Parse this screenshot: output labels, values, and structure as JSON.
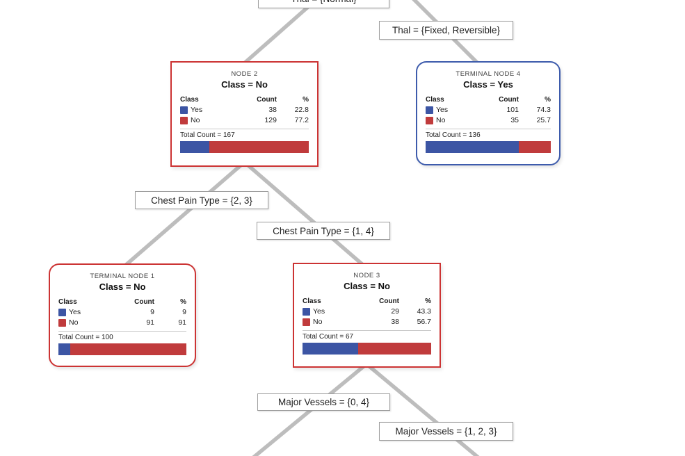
{
  "canvas": {
    "background": "#ffffff"
  },
  "palette": {
    "yes_blue": "#3C55A4",
    "no_red": "#C03B3C",
    "node_border_red": "#CC3333",
    "node_border_blue": "#3D5BAC",
    "connector_gray": "#BDBDBD",
    "label_border_gray": "#9E9E9E"
  },
  "table_headers": {
    "class": "Class",
    "count": "Count",
    "pct": "%"
  },
  "edge_labels": [
    {
      "id": "thal-normal",
      "text": "Thal = {Normal}"
    },
    {
      "id": "thal-fixed-reversible",
      "text": "Thal = {Fixed, Reversible}"
    },
    {
      "id": "chest-pain-2-3",
      "text": "Chest Pain Type = {2, 3}"
    },
    {
      "id": "chest-pain-1-4",
      "text": "Chest Pain Type = {1, 4}"
    },
    {
      "id": "major-vessels-0-4",
      "text": "Major Vessels = {0, 4}"
    },
    {
      "id": "major-vessels-1-2-3",
      "text": "Major Vessels = {1, 2, 3}"
    }
  ],
  "nodes": [
    {
      "title": "NODE 2",
      "class_label": "Class = No",
      "terminal": false,
      "rows": [
        {
          "label": "Yes",
          "count": "38",
          "pct": "22.8"
        },
        {
          "label": "No",
          "count": "129",
          "pct": "77.2"
        }
      ],
      "total": "Total Count = 167",
      "yes_pct": 22.8
    },
    {
      "title": "TERMINAL NODE 4",
      "class_label": "Class = Yes",
      "terminal": true,
      "rows": [
        {
          "label": "Yes",
          "count": "101",
          "pct": "74.3"
        },
        {
          "label": "No",
          "count": "35",
          "pct": "25.7"
        }
      ],
      "total": "Total Count = 136",
      "yes_pct": 74.3
    },
    {
      "title": "TERMINAL NODE 1",
      "class_label": "Class = No",
      "terminal": true,
      "rows": [
        {
          "label": "Yes",
          "count": "9",
          "pct": "9"
        },
        {
          "label": "No",
          "count": "91",
          "pct": "91"
        }
      ],
      "total": "Total Count = 100",
      "yes_pct": 9
    },
    {
      "title": "NODE 3",
      "class_label": "Class = No",
      "terminal": false,
      "rows": [
        {
          "label": "Yes",
          "count": "29",
          "pct": "43.3"
        },
        {
          "label": "No",
          "count": "38",
          "pct": "56.7"
        }
      ],
      "total": "Total Count = 67",
      "yes_pct": 43.3
    }
  ]
}
